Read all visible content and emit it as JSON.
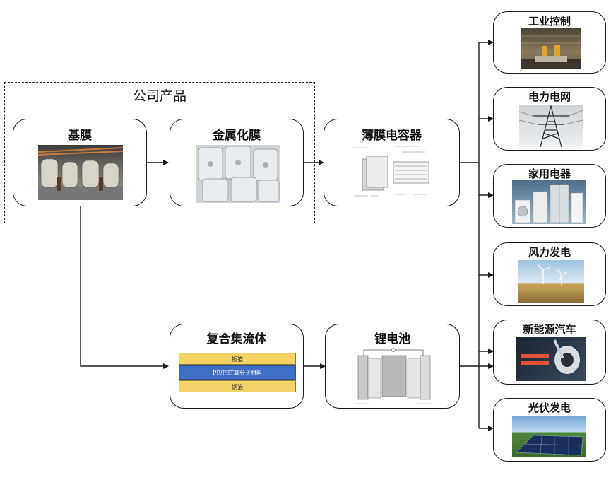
{
  "group": {
    "title": "公司产品"
  },
  "nodes": {
    "base_film": {
      "title": "基膜"
    },
    "metallized_film": {
      "title": "金属化膜"
    },
    "film_capacitor": {
      "title": "薄膜电容器"
    },
    "composite_collector": {
      "title": "复合集流体",
      "layers": [
        "铜箔",
        "PP/PET高分子材料",
        "铜箔"
      ]
    },
    "lithium_battery": {
      "title": "锂电池"
    }
  },
  "applications": [
    {
      "title": "工业控制",
      "icon": "factory-robot-icon"
    },
    {
      "title": "电力电网",
      "icon": "power-tower-icon"
    },
    {
      "title": "家用电器",
      "icon": "home-appliances-icon"
    },
    {
      "title": "风力发电",
      "icon": "wind-turbine-icon"
    },
    {
      "title": "新能源汽车",
      "icon": "ev-charging-icon"
    },
    {
      "title": "光伏发电",
      "icon": "solar-panel-icon"
    }
  ],
  "colors": {
    "line": "#1a1a1a",
    "copper_layer": "#f5d265",
    "polymer_layer": "#3f6fc4"
  }
}
